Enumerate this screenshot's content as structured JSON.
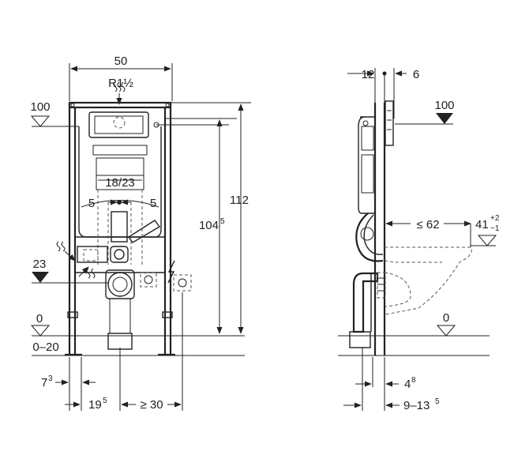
{
  "front_view": {
    "width": "50",
    "thread": "R1½",
    "flush_plate_level": "100",
    "supply_height": "23",
    "floor_level": "0",
    "floor_range": "0–20",
    "height_total": "112",
    "height_inner_base": "104",
    "height_inner_sup": "5",
    "outlet_spacing": "18/23",
    "left_offset": "5",
    "right_offset": "5",
    "dim_a_base": "7",
    "dim_a_sup": "3",
    "dim_b_base": "19",
    "dim_b_sup": "5",
    "dim_c": "≥ 30"
  },
  "side_view": {
    "depth_front": "12",
    "depth_back": "6",
    "flush_plate_level": "100",
    "projection": "≤ 62",
    "seat_height": "41",
    "seat_tol_plus": "+2",
    "seat_tol_minus": "−1",
    "floor_level": "0",
    "dim_d_base": "4",
    "dim_d_sup": "8",
    "dim_e_base": "9–13",
    "dim_e_sup": "5"
  }
}
